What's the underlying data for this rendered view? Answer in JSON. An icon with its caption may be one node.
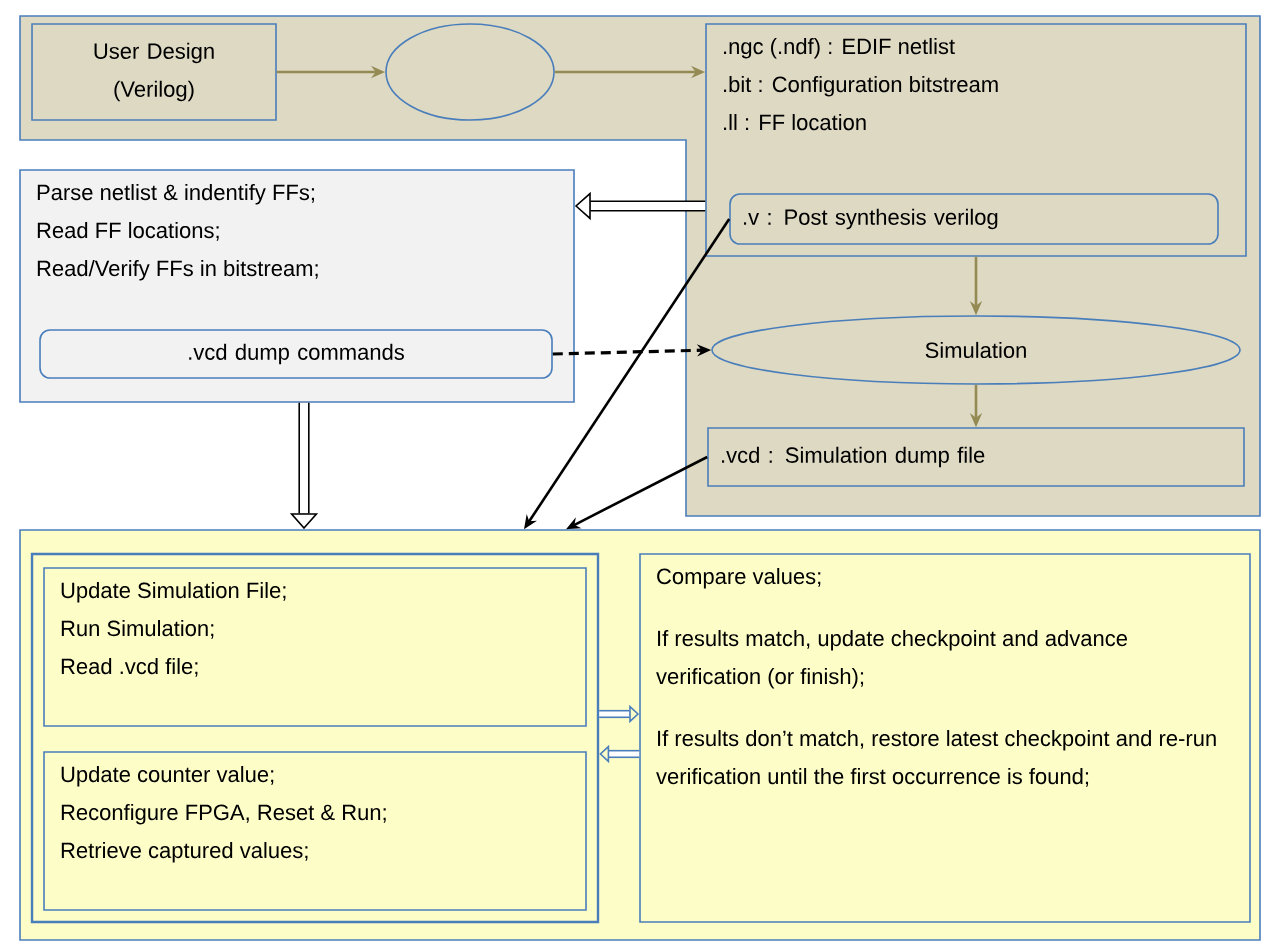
{
  "diagram": {
    "nodes": [
      {
        "text": [
          "User Design (Verilog)"
        ]
      },
      {
        "text": [],
        "shape": "ellipse"
      },
      {
        "text": [
          ".ngc (.ndf) : EDIF netlist",
          ".bit : Configuration bitstream",
          ".ll : FF location"
        ]
      },
      {
        "text": [
          ".v : Post synthesis verilog"
        ],
        "in": 2
      },
      {
        "text": [
          "Parse netlist & indentify FFs;",
          "Read FF locations;",
          "Read/Verify FFs in bitstream;"
        ]
      },
      {
        "text": [
          ".vcd dump commands"
        ],
        "in": 4
      },
      {
        "text": [
          "Simulation"
        ]
      },
      {
        "text": [
          ".vcd : Simulation dump file"
        ]
      },
      {
        "text": [],
        "shape": "box"
      },
      {
        "text": [],
        "shape": "box",
        "in": 8
      },
      {
        "text": [
          "Update Simulation File;",
          "Run Simulation;",
          "Read .vcd file;"
        ],
        "in": 9
      },
      {
        "text": [
          "Update counter value;",
          "Reconfigure FPGA, Reset & Run;",
          "Retrieve captured values;"
        ],
        "in": 9
      },
      {
        "text": [
          "Compare values;",
          "If results match, update checkpoint and advance verification (or finish);",
          "If results don’t match, restore latest checkpoint and re-run verification until the first occurrence is found;"
        ],
        "in": 8
      }
    ],
    "edges": [
      {
        "from": 0,
        "to": 1,
        "arrow": "to",
        "color": "#948a54"
      },
      {
        "from": 1,
        "to": 2,
        "arrow": "to",
        "color": "#948a54"
      },
      {
        "from": 2,
        "to": 4,
        "arrow": "to",
        "style": "thick"
      },
      {
        "from": 2,
        "to": 6,
        "arrow": "to",
        "color": "#948a54"
      },
      {
        "from": 5,
        "to": 6,
        "arrow": "to",
        "style": "dashed"
      },
      {
        "from": 6,
        "to": 7,
        "arrow": "to",
        "color": "#948a54"
      },
      {
        "from": 4,
        "to": 8,
        "arrow": "to",
        "style": "thick"
      },
      {
        "from": 3,
        "to": 8,
        "arrow": "to"
      },
      {
        "from": 7,
        "to": 8,
        "arrow": "to"
      },
      {
        "from": 9,
        "to": 12,
        "arrow": "to",
        "style": "thick",
        "color": "#4a7ebb"
      },
      {
        "from": 12,
        "to": 9,
        "arrow": "to",
        "style": "thick",
        "color": "#4a7ebb"
      }
    ]
  }
}
